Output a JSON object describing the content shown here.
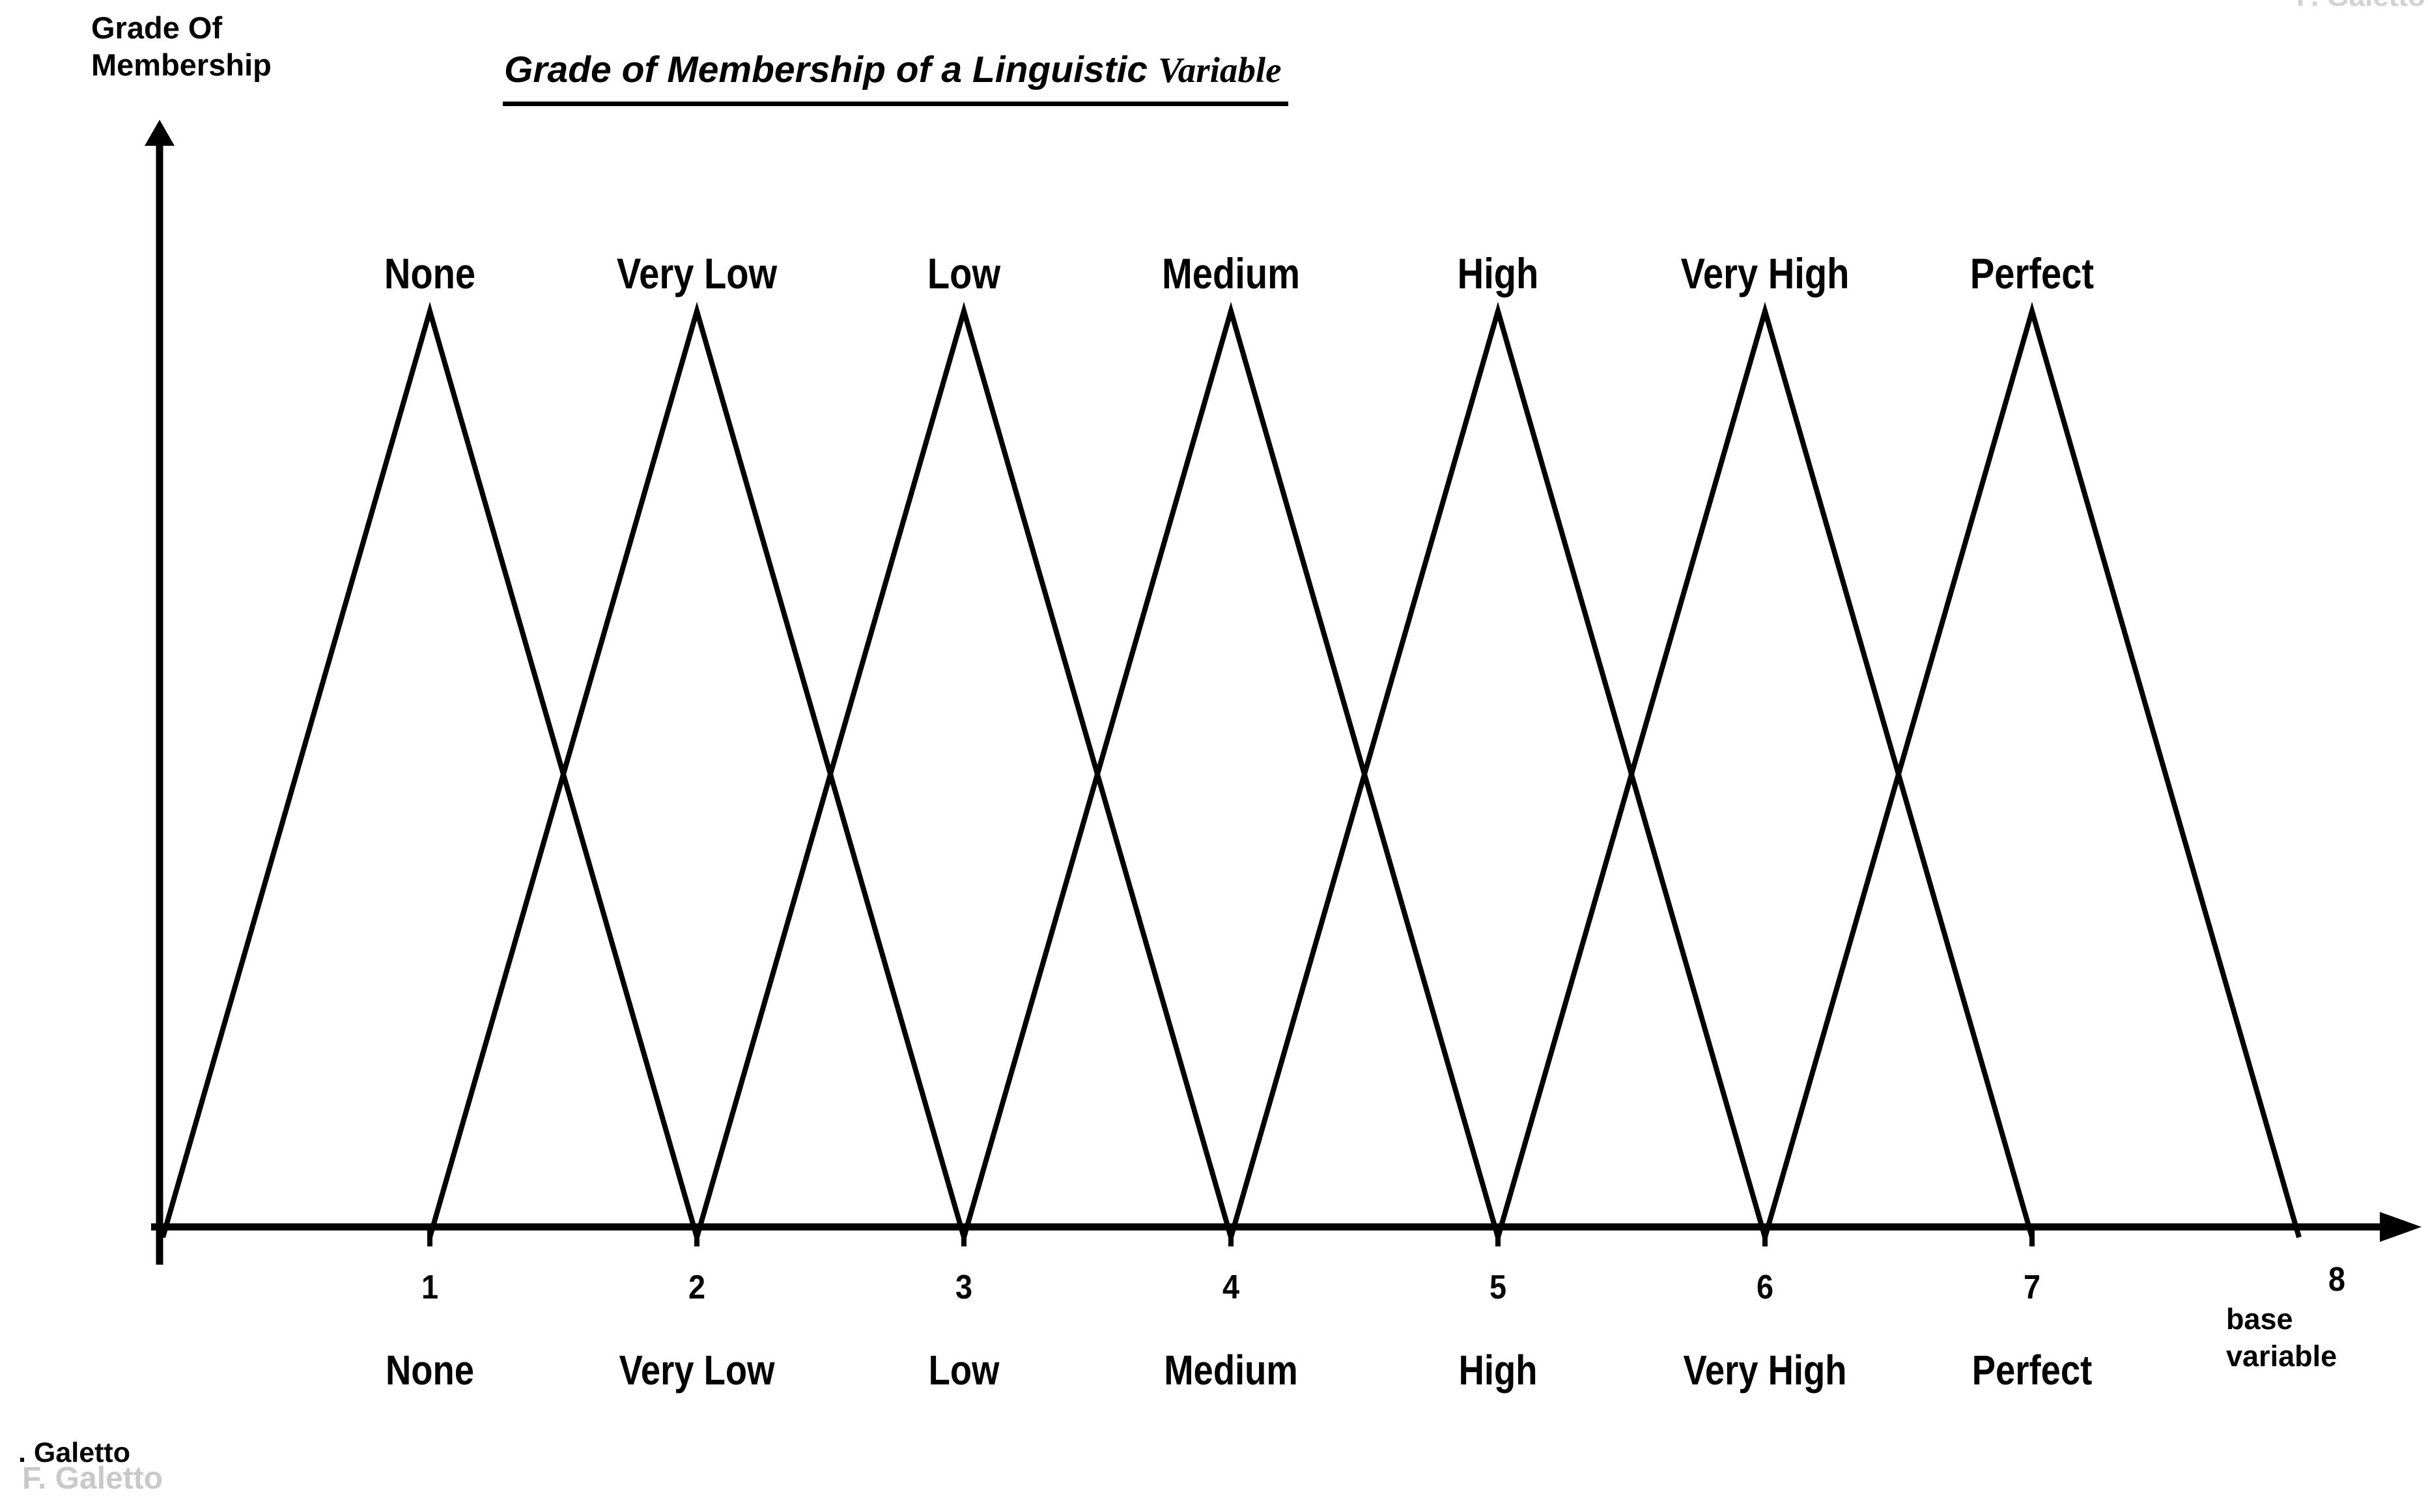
{
  "page": {
    "background": "#ffffff",
    "ink_color": "#000000",
    "watermark_color": "#d2d2d2"
  },
  "header": {
    "y_axis_title_lines": [
      "Grade Of",
      "Membership"
    ],
    "title": {
      "main": "Grade of Membership of a Linguistic",
      "emphasis": "Variable"
    }
  },
  "x_axis": {
    "caption_lines": [
      "base",
      "variable"
    ]
  },
  "watermarks": {
    "top_right": "F. Galetto",
    "bottom_black": ". Galetto",
    "bottom_gray": "F. Galetto"
  },
  "chart_data": {
    "type": "line",
    "title": "Grade of Membership of a Linguistic Variable",
    "xlabel": "base variable",
    "ylabel": "Grade Of Membership",
    "xlim": [
      0,
      8
    ],
    "ylim": [
      0,
      1
    ],
    "grid": false,
    "legend_position": "none",
    "line_color": "#000000",
    "x_ticks": [
      1,
      2,
      3,
      4,
      5,
      6,
      7,
      8
    ],
    "top_labels": [
      "None",
      "Very Low",
      "Low",
      "Medium",
      "High",
      "Very High",
      "Perfect"
    ],
    "bottom_labels": [
      "None",
      "Very Low",
      "Low",
      "Medium",
      "High",
      "Very High",
      "Perfect"
    ],
    "series": [
      {
        "name": "None",
        "points": [
          [
            0,
            0
          ],
          [
            1,
            1
          ],
          [
            2,
            0
          ]
        ]
      },
      {
        "name": "Very Low",
        "points": [
          [
            1,
            0
          ],
          [
            2,
            1
          ],
          [
            3,
            0
          ]
        ]
      },
      {
        "name": "Low",
        "points": [
          [
            2,
            0
          ],
          [
            3,
            1
          ],
          [
            4,
            0
          ]
        ]
      },
      {
        "name": "Medium",
        "points": [
          [
            3,
            0
          ],
          [
            4,
            1
          ],
          [
            5,
            0
          ]
        ]
      },
      {
        "name": "High",
        "points": [
          [
            4,
            0
          ],
          [
            5,
            1
          ],
          [
            6,
            0
          ]
        ]
      },
      {
        "name": "Very High",
        "points": [
          [
            5,
            0
          ],
          [
            6,
            1
          ],
          [
            7,
            0
          ]
        ]
      },
      {
        "name": "Perfect",
        "points": [
          [
            6,
            0
          ],
          [
            7,
            1
          ],
          [
            8,
            0
          ]
        ]
      }
    ]
  }
}
